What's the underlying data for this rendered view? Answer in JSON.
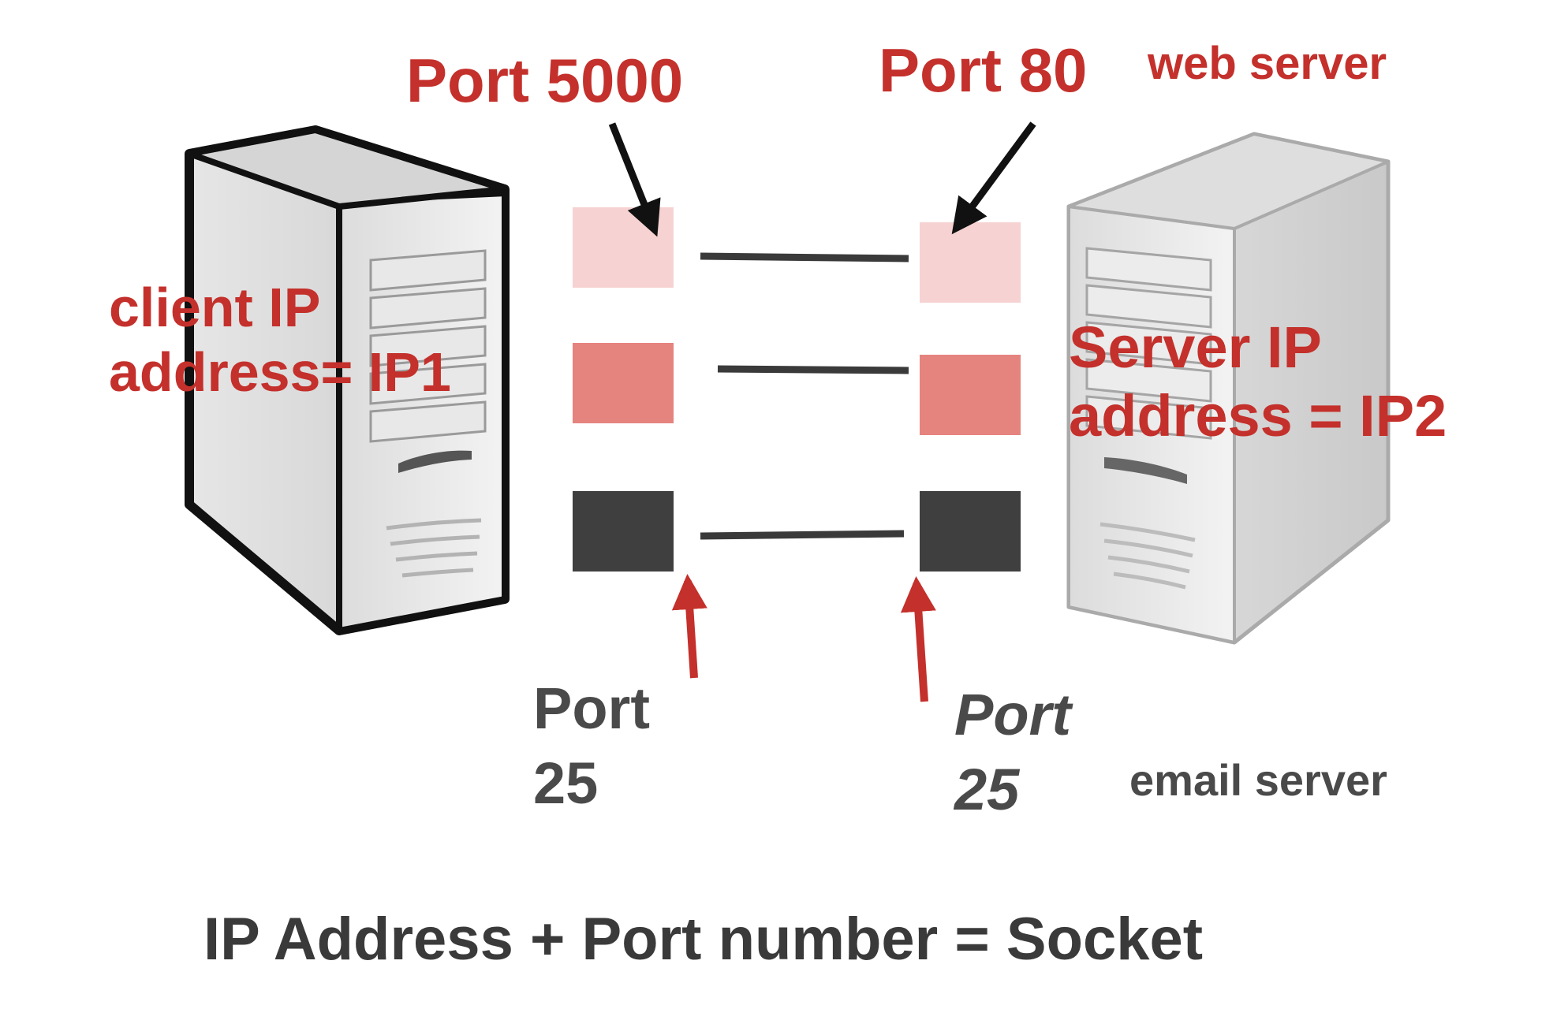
{
  "labels": {
    "client_port_top": "Port 5000",
    "server_port_top": "Port 80",
    "web_server": "web server",
    "client_ip_line1": "client IP",
    "client_ip_line2": "address= IP1",
    "server_ip_line1": "Server IP",
    "server_ip_line2": "address = IP2",
    "client_port_bottom_line1": "Port",
    "client_port_bottom_line2": "25",
    "server_port_bottom_line1": "Port",
    "server_port_bottom_line2": "25",
    "email_server": "email server",
    "formula": "IP Address + Port number = Socket"
  },
  "colors": {
    "label_red": "#c4302b",
    "label_gray": "#4a4a4a",
    "socket_light": "#f6d2d2",
    "socket_medium": "#e5837f",
    "socket_dark": "#3f3f3f",
    "arrow_black": "#111111",
    "arrow_red": "#c4302b"
  },
  "icons": {
    "client_computer": "server-tower-icon",
    "server_computer": "server-tower-icon"
  }
}
